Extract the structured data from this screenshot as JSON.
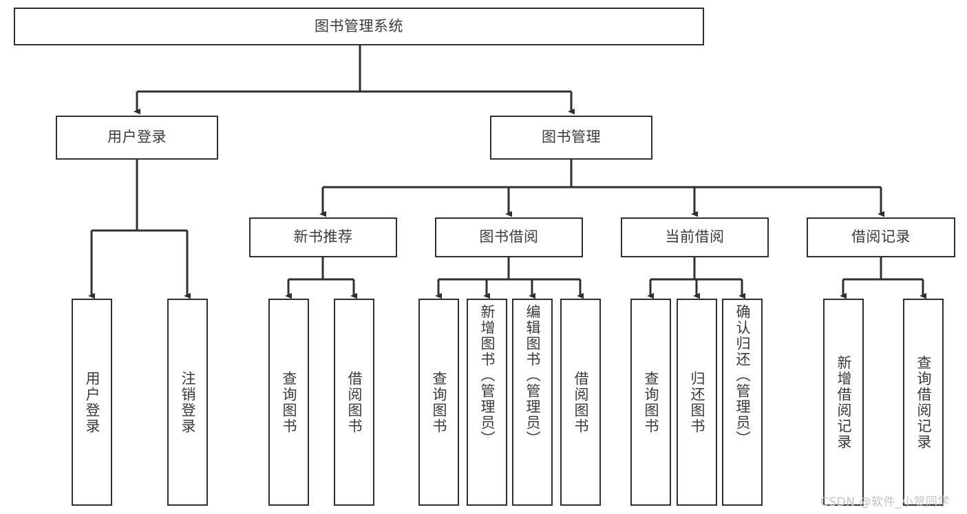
{
  "diagram": {
    "type": "tree-hierarchy-flowchart",
    "root": {
      "id": "root",
      "label": "图书管理系统"
    },
    "level2": [
      {
        "id": "user-login",
        "label": "用户登录"
      },
      {
        "id": "book-manage",
        "label": "图书管理"
      }
    ],
    "level3": [
      {
        "id": "new-book-rec",
        "label": "新书推荐",
        "parent": "book-manage"
      },
      {
        "id": "book-borrow",
        "label": "图书借阅",
        "parent": "book-manage"
      },
      {
        "id": "current-borrow",
        "label": "当前借阅",
        "parent": "book-manage"
      },
      {
        "id": "borrow-record",
        "label": "借阅记录",
        "parent": "book-manage"
      }
    ],
    "leaves": [
      {
        "id": "leaf-user-login",
        "label": "用户登录",
        "parent": "user-login"
      },
      {
        "id": "leaf-logout",
        "label": "注销登录",
        "parent": "user-login"
      },
      {
        "id": "leaf-query-book-1",
        "label": "查询图书",
        "parent": "new-book-rec"
      },
      {
        "id": "leaf-borrow-book-1",
        "label": "借阅图书",
        "parent": "new-book-rec"
      },
      {
        "id": "leaf-query-book-2",
        "label": "查询图书",
        "parent": "book-borrow"
      },
      {
        "id": "leaf-add-book",
        "label": "新增图书（管理员）",
        "parent": "book-borrow"
      },
      {
        "id": "leaf-edit-book",
        "label": "编辑图书（管理员）",
        "parent": "book-borrow"
      },
      {
        "id": "leaf-borrow-book-2",
        "label": "借阅图书",
        "parent": "book-borrow"
      },
      {
        "id": "leaf-query-book-3",
        "label": "查询图书",
        "parent": "current-borrow"
      },
      {
        "id": "leaf-return-book",
        "label": "归还图书",
        "parent": "current-borrow"
      },
      {
        "id": "leaf-confirm-return",
        "label": "确认归还（管理员）",
        "parent": "current-borrow"
      },
      {
        "id": "leaf-add-record",
        "label": "新增借阅记录",
        "parent": "borrow-record"
      },
      {
        "id": "leaf-query-record",
        "label": "查询借阅记录",
        "parent": "borrow-record"
      }
    ],
    "colors": {
      "stroke": "#2f2f2f",
      "text": "#3a3a3a",
      "background": "#ffffff",
      "watermark": "#c2c2c2"
    }
  },
  "watermark": {
    "text": "CSDN @软件_小贺同学"
  }
}
